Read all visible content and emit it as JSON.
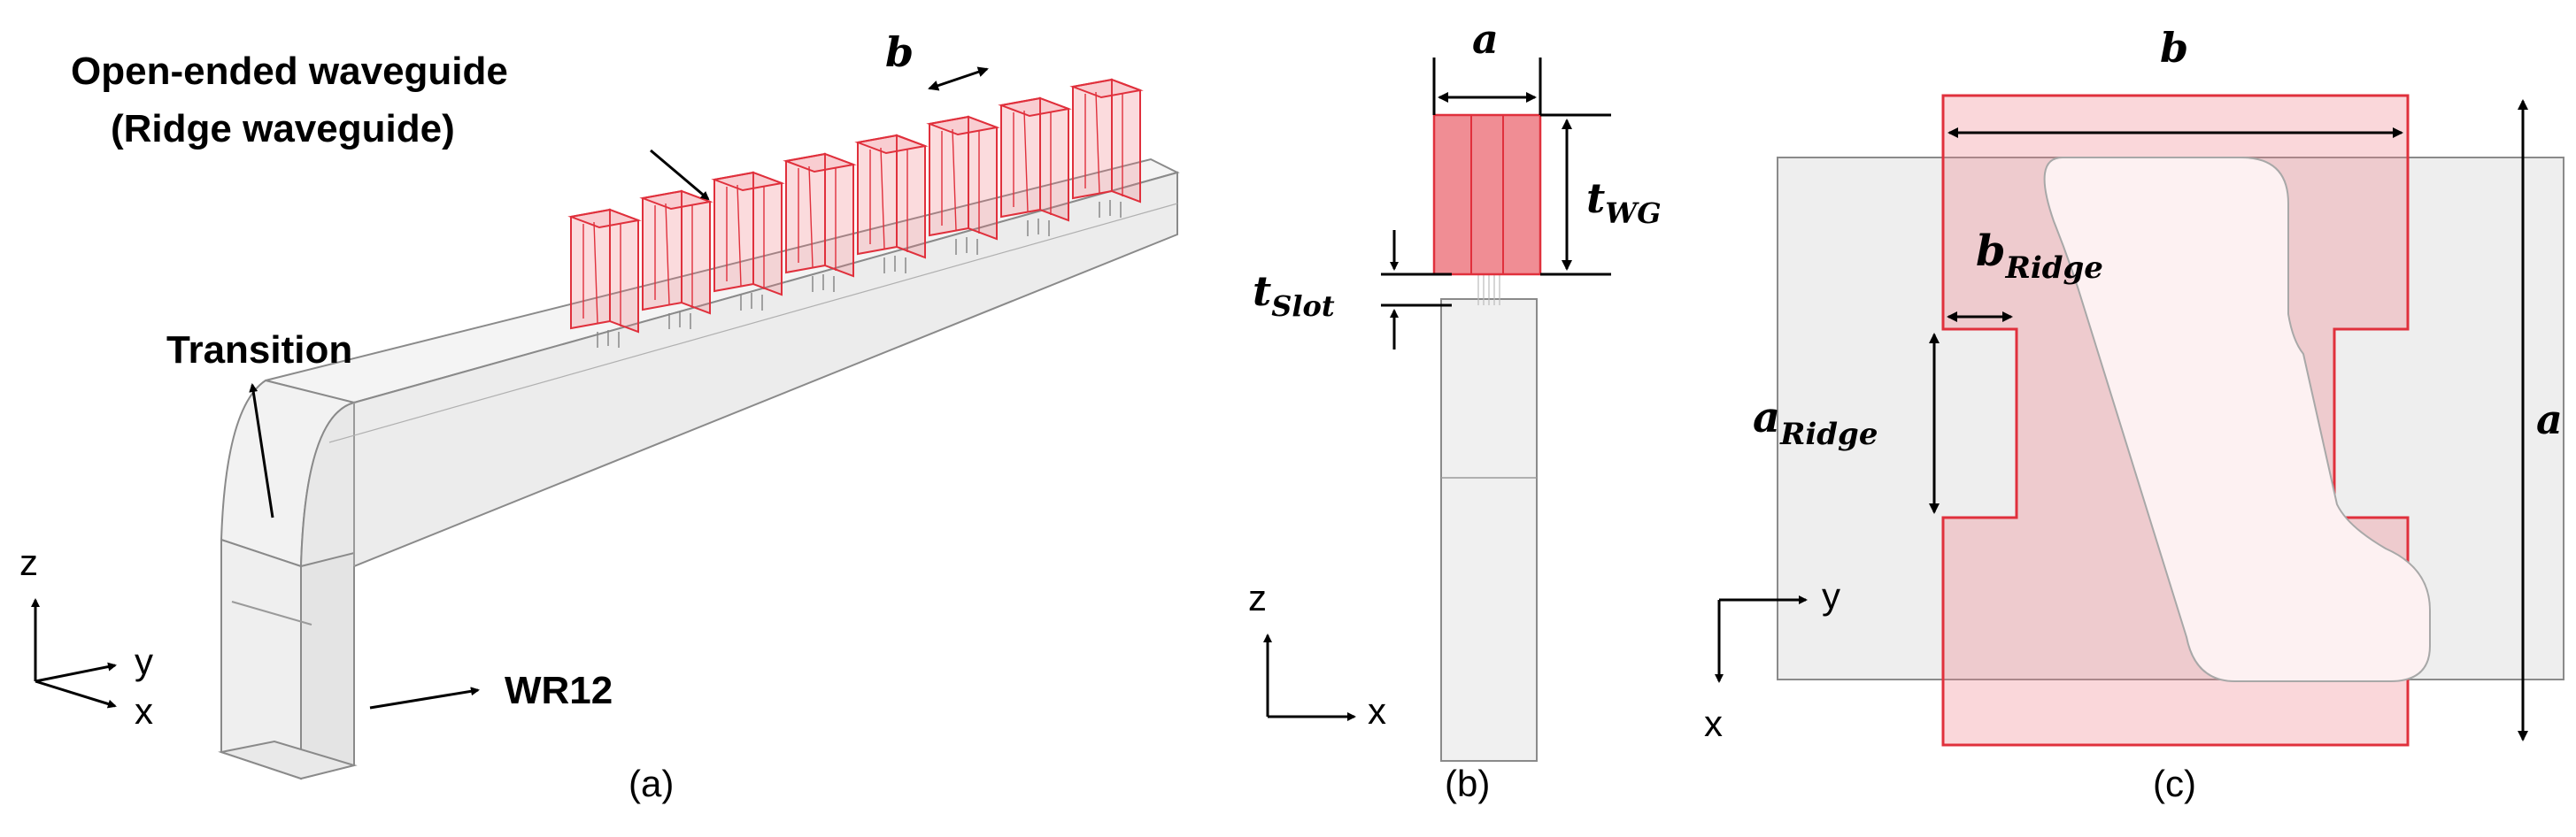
{
  "panel_a": {
    "callout_open_line1": "Open-ended waveguide",
    "callout_open_line2": "(Ridge waveguide)",
    "callout_transition": "Transition",
    "callout_wr12": "WR12",
    "dim_b": "b",
    "axis_z": "z",
    "axis_y": "y",
    "axis_x": "x",
    "caption": "(a)"
  },
  "panel_b": {
    "dim_a": "a",
    "dim_twg_main": "t",
    "dim_twg_sub": "WG",
    "dim_tslot_main": "t",
    "dim_tslot_sub": "Slot",
    "axis_z": "z",
    "axis_x": "x",
    "caption": "(b)"
  },
  "panel_c": {
    "dim_b": "b",
    "dim_a": "a",
    "dim_bridge_main": "b",
    "dim_bridge_sub": "Ridge",
    "dim_aridge_main": "a",
    "dim_aridge_sub": "Ridge",
    "axis_y": "y",
    "axis_x": "x",
    "caption": "(c)"
  },
  "colors": {
    "waveguide_red": "#e0303c",
    "ridge_fill": "#f4b4b8",
    "body_gray": "#eeeeee",
    "outline_gray": "#8a8a8a"
  }
}
